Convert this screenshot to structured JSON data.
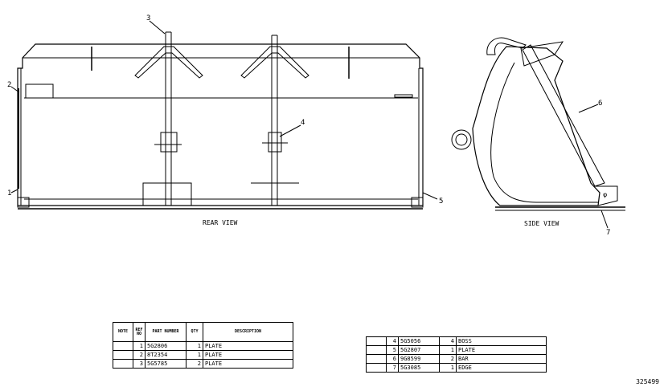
{
  "views": {
    "rear": "REAR VIEW",
    "side": "SIDE VIEW"
  },
  "callouts": [
    "1",
    "2",
    "3",
    "4",
    "5",
    "6",
    "7"
  ],
  "table_left": {
    "headers": [
      "NOTE",
      "REF NO",
      "PART NUMBER",
      "QTY",
      "DESCRIPTION"
    ],
    "rows": [
      {
        "note": "",
        "ref": "1",
        "part": "5G2806",
        "qty": "1",
        "desc": "PLATE"
      },
      {
        "note": "",
        "ref": "2",
        "part": "8T2354",
        "qty": "1",
        "desc": "PLATE"
      },
      {
        "note": "",
        "ref": "3",
        "part": "5G5785",
        "qty": "2",
        "desc": "PLATE"
      }
    ]
  },
  "table_right": {
    "rows": [
      {
        "note": "",
        "ref": "4",
        "part": "5G5056",
        "qty": "4",
        "desc": "BOSS"
      },
      {
        "note": "",
        "ref": "5",
        "part": "5G2807",
        "qty": "1",
        "desc": "PLATE"
      },
      {
        "note": "",
        "ref": "6",
        "part": "9G8599",
        "qty": "2",
        "desc": "BAR"
      },
      {
        "note": "",
        "ref": "7",
        "part": "5G3085",
        "qty": "1",
        "desc": "EDGE"
      }
    ]
  },
  "doc_number": "325499"
}
